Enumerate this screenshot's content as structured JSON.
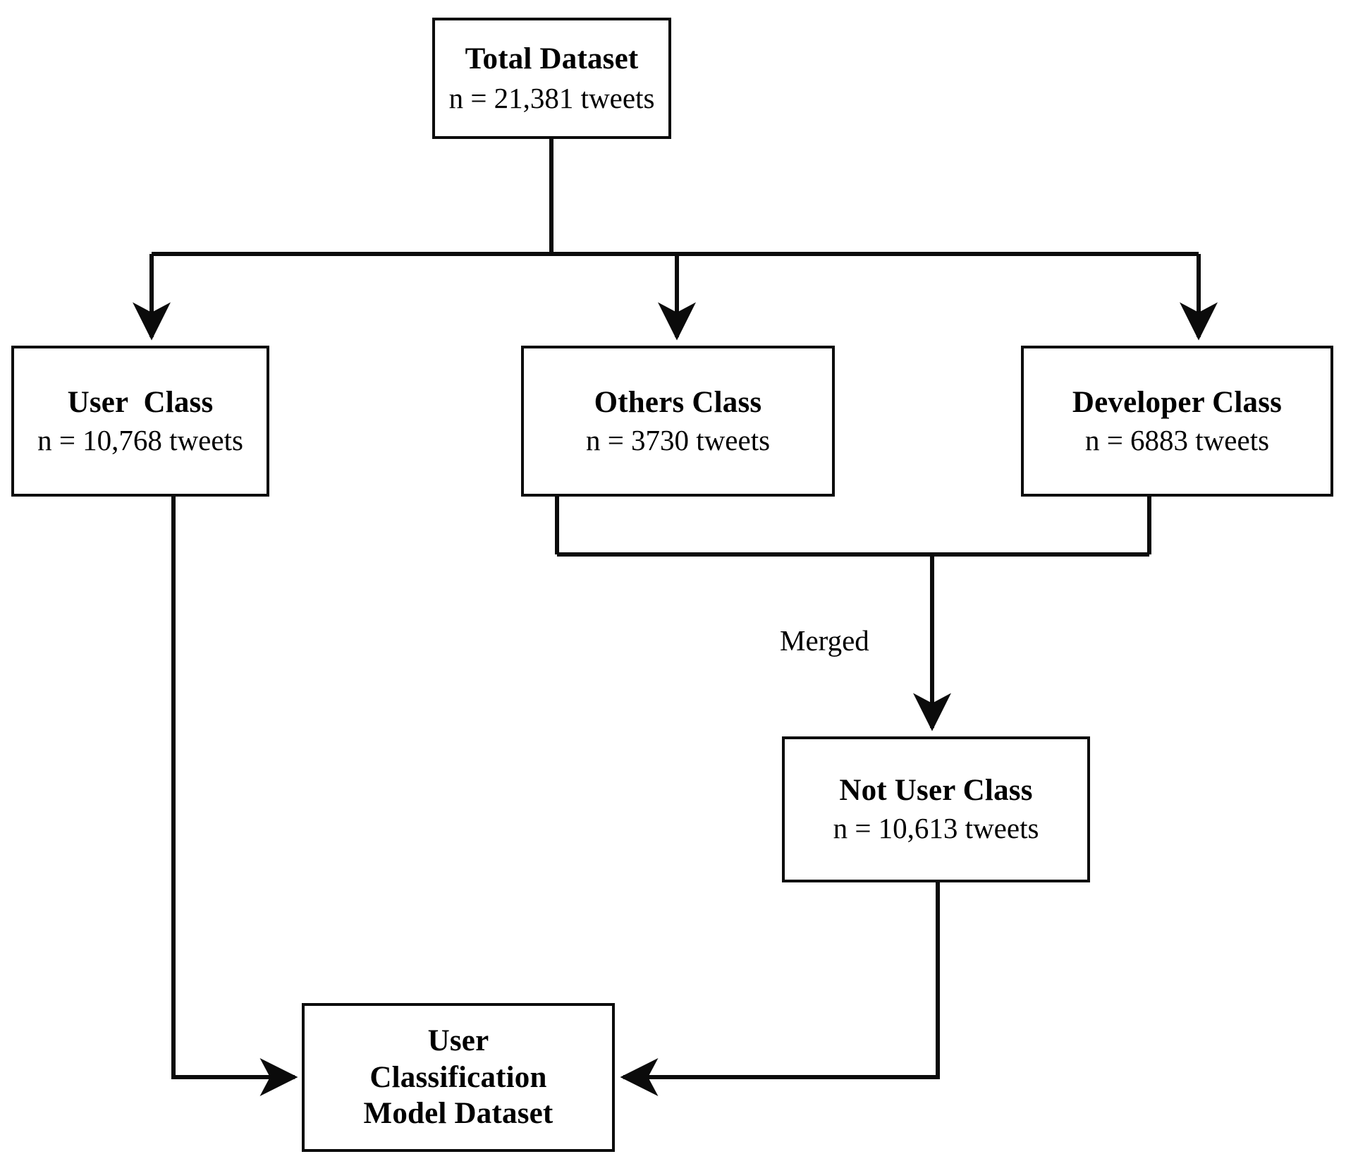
{
  "diagram": {
    "type": "flowchart",
    "orientation": "top-down",
    "line_color": "#0b0b0b",
    "background_color": "#ffffff",
    "text_color": "#000000"
  },
  "nodes": {
    "total": {
      "title": "Total Dataset",
      "subtitle": "n = 21,381 tweets",
      "count": 21381
    },
    "user": {
      "title": "User  Class",
      "subtitle": "n = 10,768 tweets",
      "count": 10768
    },
    "others": {
      "title": "Others Class",
      "subtitle": "n = 3730 tweets",
      "count": 3730
    },
    "developer": {
      "title": "Developer Class",
      "subtitle": "n = 6883 tweets",
      "count": 6883
    },
    "not_user": {
      "title": "Not User Class",
      "subtitle": "n = 10,613 tweets",
      "count": 10613
    },
    "final": {
      "line1": "User",
      "line2": "Classification",
      "line3": "Model Dataset"
    }
  },
  "edge_labels": {
    "merged": "Merged"
  },
  "edges": [
    {
      "from": "total",
      "to": "user",
      "label": ""
    },
    {
      "from": "total",
      "to": "others",
      "label": ""
    },
    {
      "from": "total",
      "to": "developer",
      "label": ""
    },
    {
      "from": "others",
      "to": "not_user",
      "label": "Merged"
    },
    {
      "from": "developer",
      "to": "not_user",
      "label": "Merged"
    },
    {
      "from": "user",
      "to": "final",
      "label": ""
    },
    {
      "from": "not_user",
      "to": "final",
      "label": ""
    }
  ]
}
